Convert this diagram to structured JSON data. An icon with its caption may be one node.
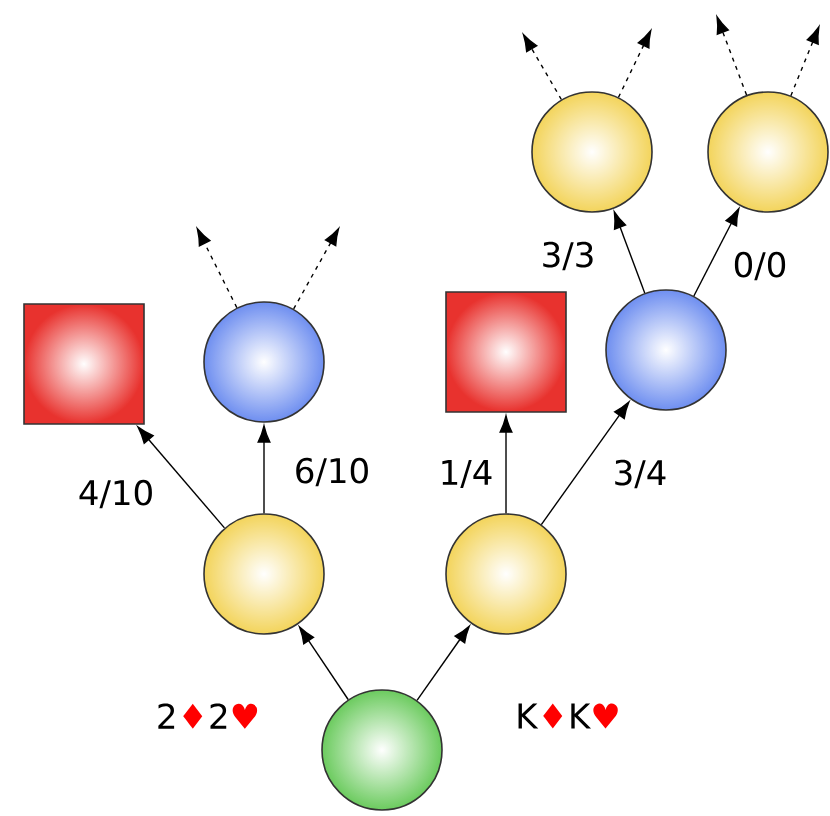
{
  "diagram": {
    "nodes": [
      {
        "text": [],
        "shape": "circle"
      },
      {
        "text": [],
        "shape": "circle"
      },
      {
        "text": [],
        "shape": "circle"
      },
      {
        "text": [],
        "shape": "box"
      },
      {
        "text": [],
        "shape": "circle"
      },
      {
        "text": [],
        "shape": "box"
      },
      {
        "text": [],
        "shape": "circle"
      },
      {
        "text": [],
        "shape": "circle"
      },
      {
        "text": [],
        "shape": "circle"
      }
    ],
    "edges": [
      {
        "from": 0,
        "to": 1,
        "arrow": "to",
        "label": "2♦2♥"
      },
      {
        "from": 0,
        "to": 2,
        "arrow": "to",
        "label": "K♦K♥"
      },
      {
        "from": 1,
        "to": 3,
        "arrow": "to",
        "label": "4/10"
      },
      {
        "from": 1,
        "to": 4,
        "arrow": "to",
        "label": "6/10"
      },
      {
        "from": 2,
        "to": 5,
        "arrow": "to",
        "label": "1/4"
      },
      {
        "from": 2,
        "to": 6,
        "arrow": "to",
        "label": "3/4"
      },
      {
        "from": 6,
        "to": 7,
        "arrow": "to",
        "label": "3/3"
      },
      {
        "from": 6,
        "to": 8,
        "arrow": "to",
        "label": "0/0"
      },
      {
        "from": 4,
        "to": null,
        "arrow": "to",
        "style": "dashed"
      },
      {
        "from": 4,
        "to": null,
        "arrow": "to",
        "style": "dashed"
      },
      {
        "from": 7,
        "to": null,
        "arrow": "to",
        "style": "dashed"
      },
      {
        "from": 7,
        "to": null,
        "arrow": "to",
        "style": "dashed"
      },
      {
        "from": 8,
        "to": null,
        "arrow": "to",
        "style": "dashed"
      },
      {
        "from": 8,
        "to": null,
        "arrow": "to",
        "style": "dashed"
      }
    ]
  }
}
